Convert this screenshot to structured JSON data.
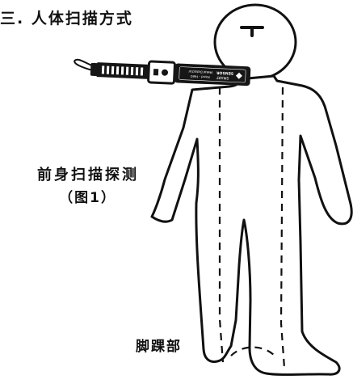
{
  "title": "三. 人体扫描方式",
  "caption": {
    "line1": "前身扫描探测",
    "line2": "（图1）"
  },
  "foot_label": "脚踝部",
  "device": {
    "brand_line1": "SMART",
    "brand_line2": "SENSOR",
    "model_line1": "Hand - Held",
    "model_line2": "Metal Detector"
  },
  "icons": {
    "figure": "human-figure-outline",
    "detector": "handheld-metal-detector"
  },
  "colors": {
    "ink": "#111111",
    "device_body": "#161616",
    "background": "#ffffff"
  }
}
